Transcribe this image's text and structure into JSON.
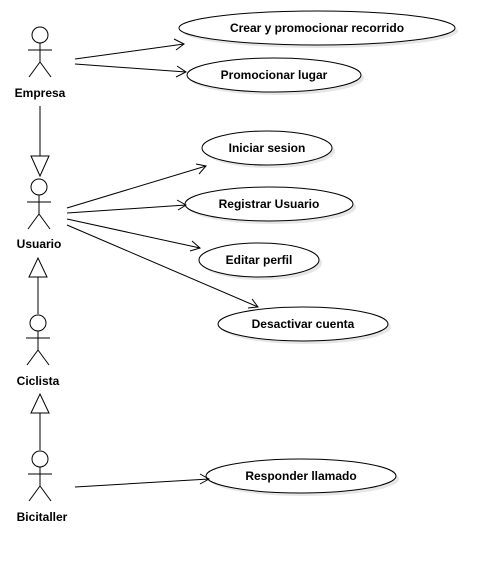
{
  "actors": {
    "empresa": {
      "label": "Empresa"
    },
    "usuario": {
      "label": "Usuario"
    },
    "ciclista": {
      "label": "Ciclista"
    },
    "bicitaller": {
      "label": "Bicitaller"
    }
  },
  "use_cases": {
    "crear_promocionar_recorrido": {
      "label": "Crear y promocionar recorrido"
    },
    "promocionar_lugar": {
      "label": "Promocionar lugar"
    },
    "iniciar_sesion": {
      "label": "Iniciar sesion"
    },
    "registrar_usuario": {
      "label": "Registrar Usuario"
    },
    "editar_perfil": {
      "label": "Editar perfil"
    },
    "desactivar_cuenta": {
      "label": "Desactivar cuenta"
    },
    "responder_llamado": {
      "label": "Responder llamado"
    }
  },
  "relationships": [
    {
      "type": "association",
      "from": "Empresa",
      "to": "Crear y promocionar recorrido"
    },
    {
      "type": "association",
      "from": "Empresa",
      "to": "Promocionar lugar"
    },
    {
      "type": "association",
      "from": "Usuario",
      "to": "Iniciar sesion"
    },
    {
      "type": "association",
      "from": "Usuario",
      "to": "Registrar Usuario"
    },
    {
      "type": "association",
      "from": "Usuario",
      "to": "Editar perfil"
    },
    {
      "type": "association",
      "from": "Usuario",
      "to": "Desactivar cuenta"
    },
    {
      "type": "association",
      "from": "Bicitaller",
      "to": "Responder llamado"
    },
    {
      "type": "generalization",
      "from": "Empresa",
      "to": "Usuario"
    },
    {
      "type": "generalization",
      "from": "Ciclista",
      "to": "Usuario"
    },
    {
      "type": "generalization",
      "from": "Bicitaller",
      "to": "Ciclista"
    }
  ],
  "colors": {
    "stroke": "#000000",
    "background": "#ffffff",
    "shadow": "#e6e6e6"
  }
}
